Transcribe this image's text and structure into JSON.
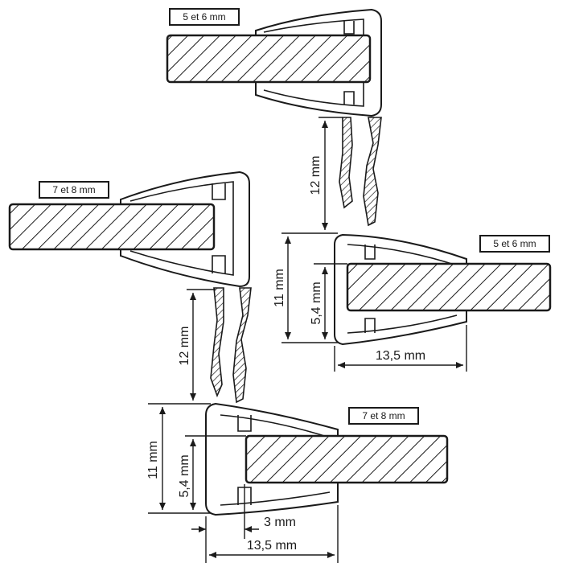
{
  "labels": {
    "top_right": "5 et 6 mm",
    "mid_right": "5 et 6 mm",
    "mid_left": "7 et 8 mm",
    "bottom_right": "7 et 8 mm"
  },
  "dims": {
    "gap_right": "12 mm",
    "gap_left": "12 mm",
    "height_right": "11 mm",
    "inner_right": "5,4 mm",
    "width_right": "13,5 mm",
    "height_left": "11 mm",
    "inner_left": "5,4 mm",
    "slot_left": "3 mm",
    "width_left": "13,5 mm"
  },
  "colors": {
    "line": "#1a1a1a",
    "glass_fill": "#ffffff",
    "box_fill": "#ffffff"
  }
}
